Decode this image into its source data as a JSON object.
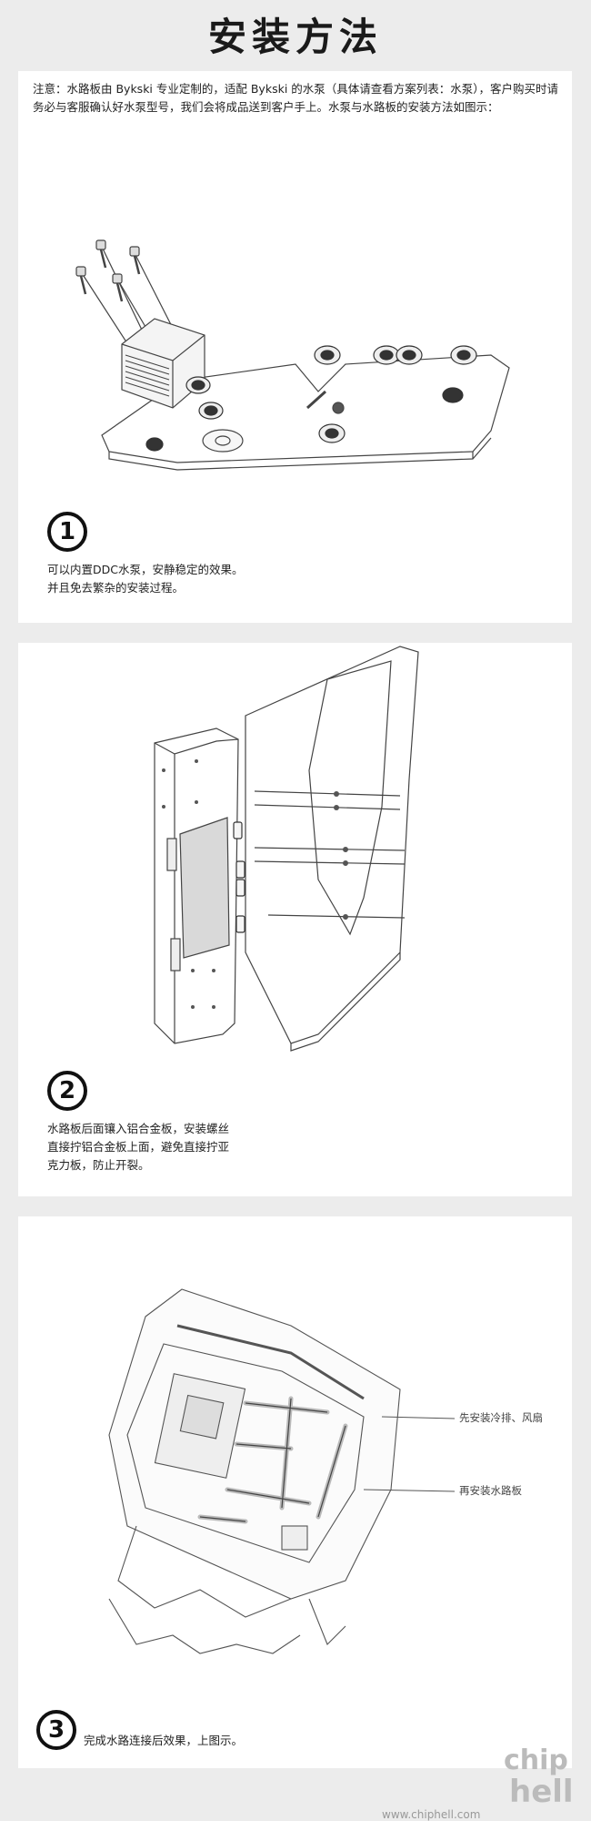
{
  "page": {
    "title": "安装方法",
    "intro": "注意：水路板由 Bykski 专业定制的，适配 Bykski 的水泵（具体请查看方案列表：水泵），客户购买时请务必与客服确认好水泵型号，我们会将成品送到客户手上。水泵与水路板的安装方法如图示："
  },
  "steps": [
    {
      "number": "1",
      "lines": [
        "可以内置DDC水泵，安静稳定的效果。",
        "并且免去繁杂的安装过程。"
      ]
    },
    {
      "number": "2",
      "lines": [
        "水路板后面镶入铝合金板，安装螺丝",
        "直接拧铝合金板上面，避免直接拧亚",
        "克力板，防止开裂。"
      ]
    },
    {
      "number": "3",
      "lines": [
        "完成水路连接后效果，上图示。"
      ]
    }
  ],
  "callouts": {
    "radiator_fan": "先安装冷排、风扇",
    "water_plate": "再安装水路板"
  },
  "watermark": {
    "url": "www.chiphell.com"
  },
  "icons": [
    "circled-number-icon"
  ]
}
